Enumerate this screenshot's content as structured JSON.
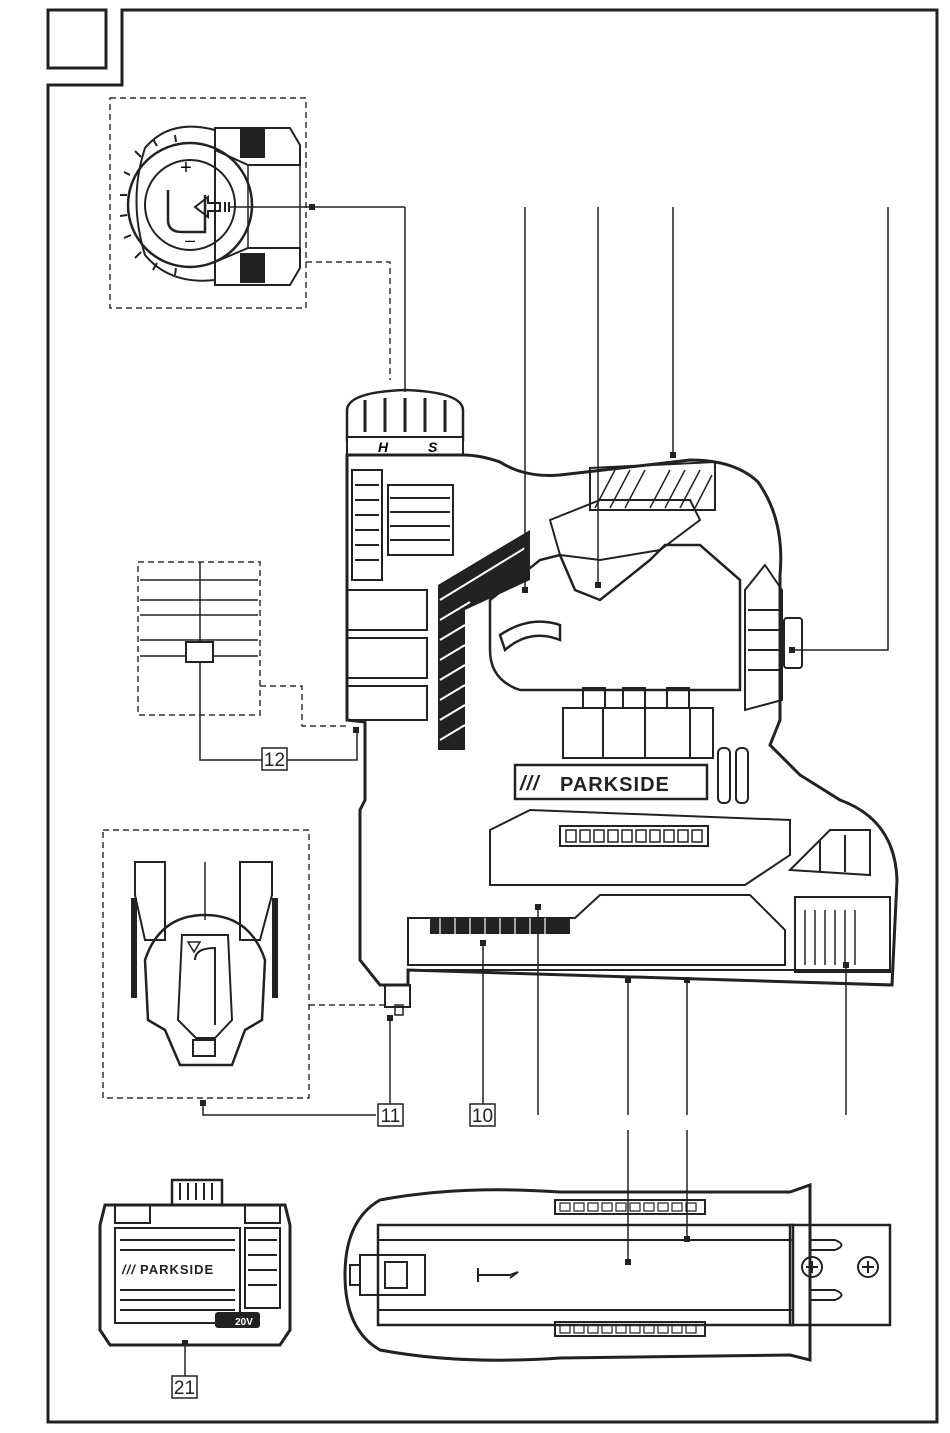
{
  "page": {
    "frame_tab_text": ""
  },
  "brand": {
    "name": "PARKSIDE",
    "slashes": "///"
  },
  "dial": {
    "plus_sign": "+",
    "minus_sign": "–"
  },
  "mode_marks": {
    "left": "H",
    "right": "S"
  },
  "battery": {
    "voltage_badge": "20V",
    "brand": "PARKSIDE"
  },
  "callouts": [
    {
      "id": "callout-12",
      "label": "12"
    },
    {
      "id": "callout-11",
      "label": "11"
    },
    {
      "id": "callout-10",
      "label": "10"
    },
    {
      "id": "callout-21",
      "label": "21"
    }
  ],
  "colors": {
    "line": "#222222",
    "background": "#ffffff",
    "dashed": "#333333"
  }
}
